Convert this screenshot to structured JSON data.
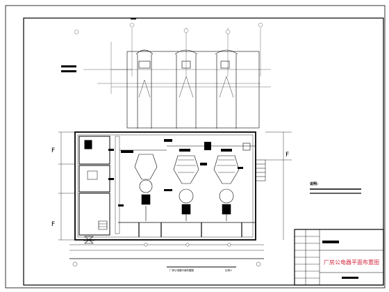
{
  "drawing": {
    "title": "厂房公电器平面布置图",
    "plan_caption": "厂房公电器平面布置图",
    "scale_label": "比例1:",
    "notes_heading": "说明:",
    "axis_marks": [
      "F",
      "F",
      "F"
    ]
  },
  "colors": {
    "line": "#000000",
    "accent": "#d0283c",
    "paper": "#ffffff"
  }
}
